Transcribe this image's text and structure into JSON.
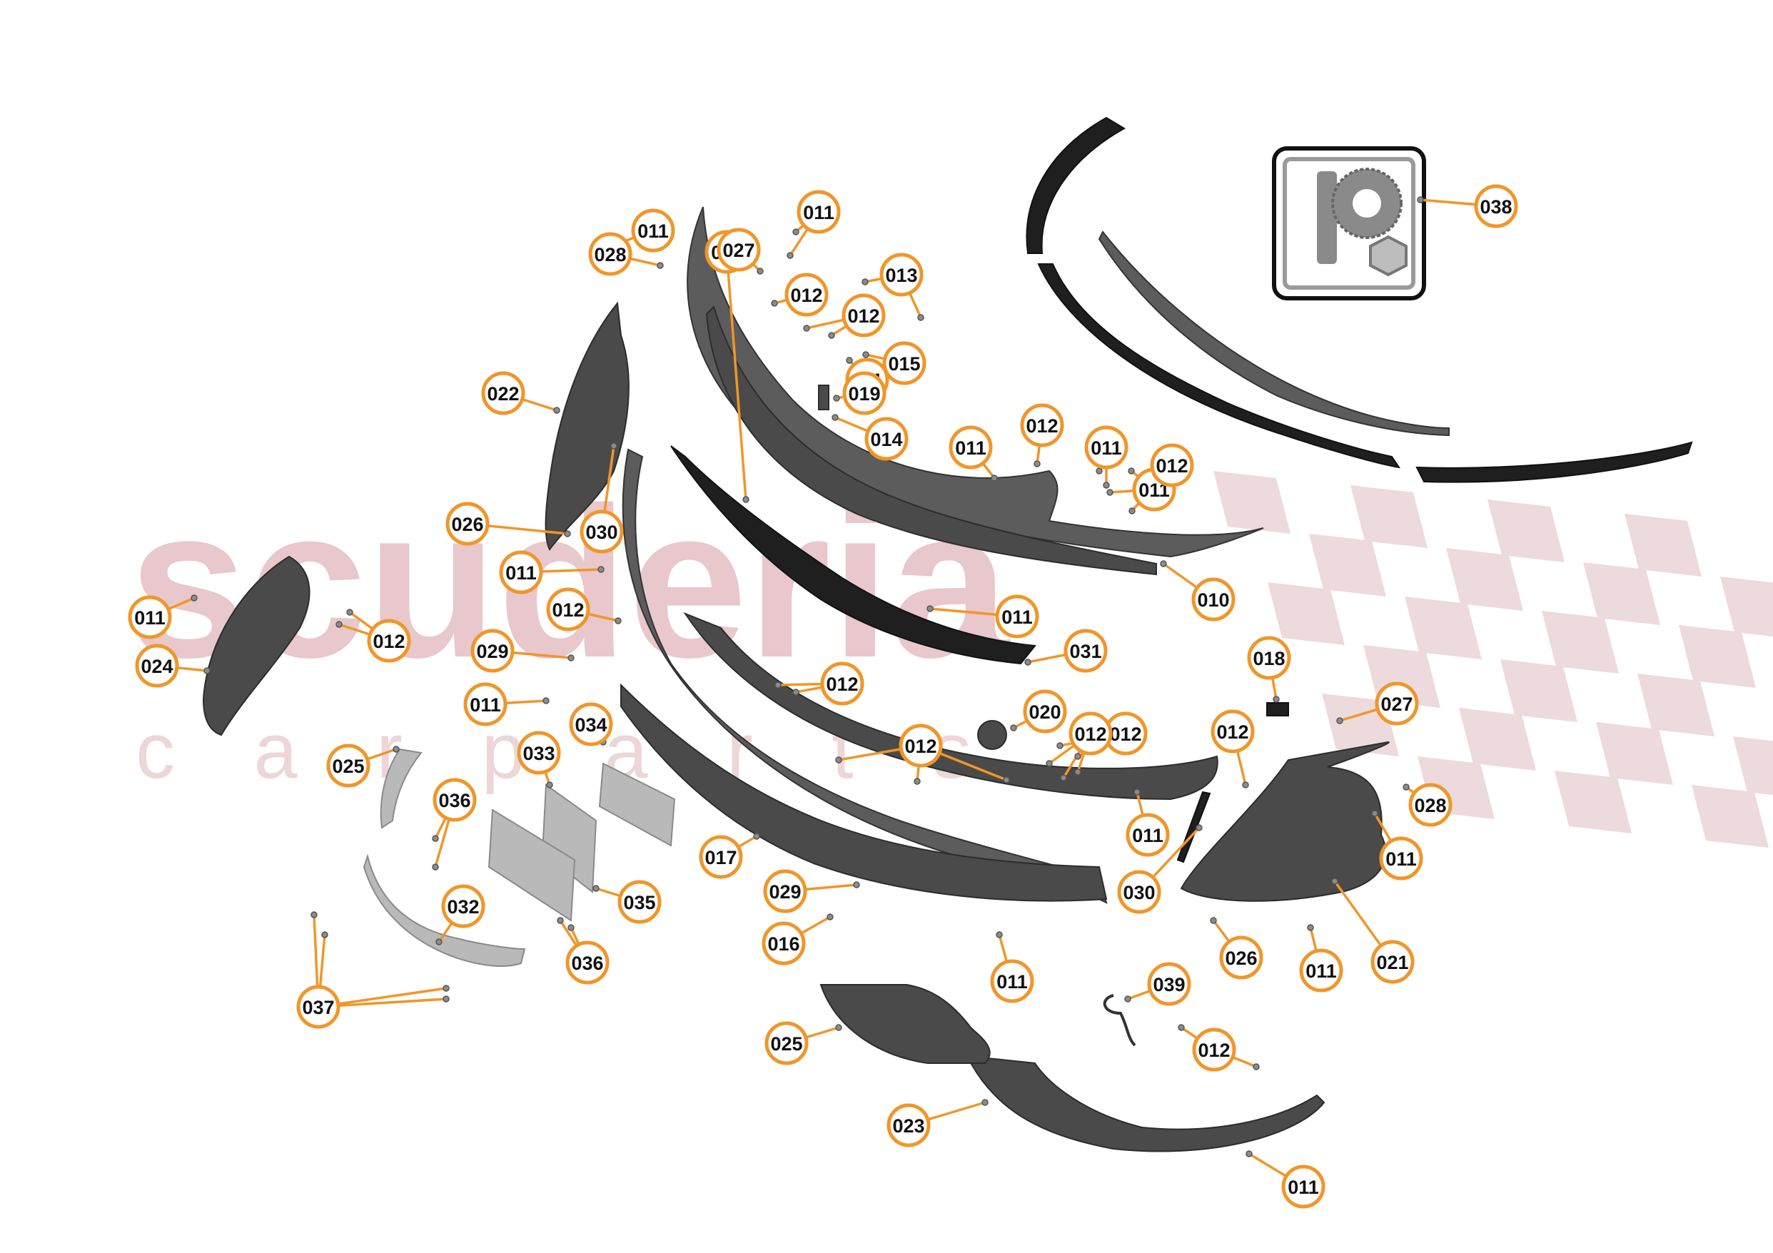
{
  "watermark": {
    "brand": "scuderia",
    "sub": "c a r p a r t s"
  },
  "callouts": [
    "011",
    "011",
    "011",
    "011",
    "011",
    "011",
    "011",
    "011",
    "011",
    "011",
    "011",
    "011",
    "011",
    "011",
    "011",
    "011",
    "012",
    "012",
    "012",
    "012",
    "012",
    "012",
    "012",
    "012",
    "012",
    "012",
    "012",
    "012",
    "013",
    "014",
    "015",
    "016",
    "017",
    "018",
    "019",
    "020",
    "021",
    "022",
    "023",
    "024",
    "025",
    "025",
    "026",
    "026",
    "027",
    "027",
    "028",
    "028",
    "029",
    "029",
    "030",
    "030",
    "031",
    "032",
    "033",
    "034",
    "035",
    "036",
    "036",
    "037",
    "038",
    "039",
    "010"
  ],
  "colors": {
    "callout_outline": "#f0962a",
    "part_dark": "#4a4a4a",
    "watermark": "#e8c8cc"
  },
  "icons": [
    "spark-plug-icon",
    "gear-icon",
    "hex-nut-icon"
  ]
}
